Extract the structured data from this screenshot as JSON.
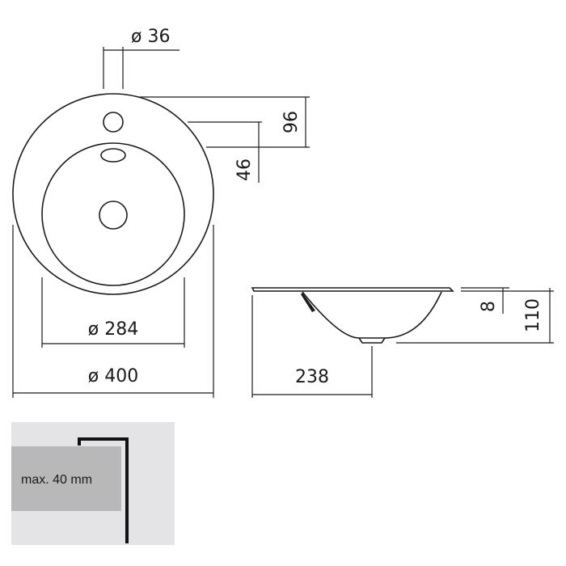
{
  "top_view": {
    "tap_hole_diameter": "ø 36",
    "offset_outer": "96",
    "offset_inner": "46",
    "bowl_diameter": "ø 284",
    "outer_diameter": "ø 400"
  },
  "side_view": {
    "rim_height": "8",
    "total_height": "110",
    "half_width": "238"
  },
  "installation": {
    "max_thickness": "max. 40 mm",
    "countertop_color": "#b8b8b8",
    "panel_color": "#e4e4e6"
  }
}
